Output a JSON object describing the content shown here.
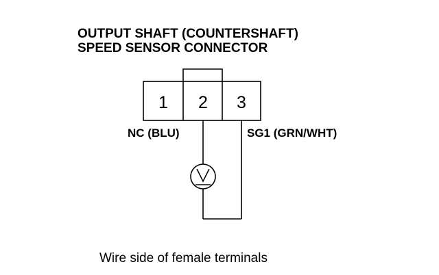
{
  "title": {
    "line1": "OUTPUT SHAFT (COUNTERSHAFT)",
    "line2": "SPEED SENSOR CONNECTOR"
  },
  "connector": {
    "pins": [
      "1",
      "2",
      "3"
    ]
  },
  "wires": {
    "left_label": "NC (BLU)",
    "right_label": "SG1 (GRN/WHT)"
  },
  "meter": {
    "symbol": "V",
    "icon": "voltmeter-icon"
  },
  "caption": "Wire side of female terminals"
}
